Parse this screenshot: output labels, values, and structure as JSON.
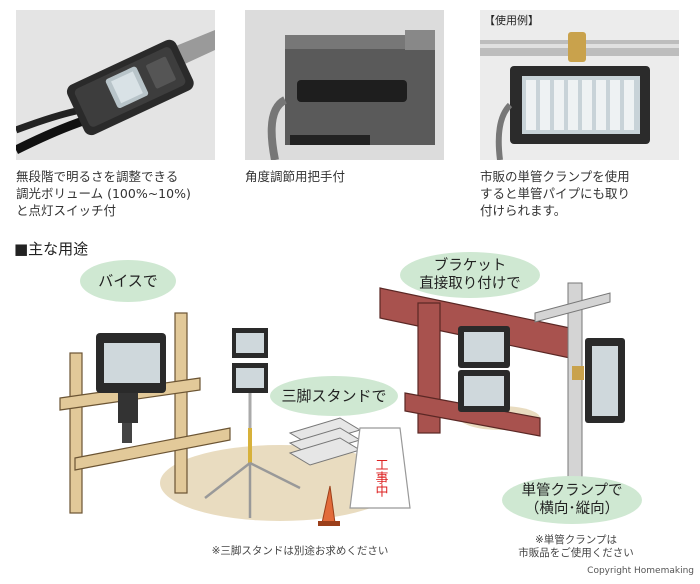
{
  "photos": [
    {
      "caption": "無段階で明るさを調整できる\n調光ボリューム (100%~10%)\nと点灯スイッチ付"
    },
    {
      "caption": "角度調節用把手付"
    },
    {
      "tag": "【使用例】",
      "caption": "市販の単管クランプを使用\nすると単管パイプにも取り\n付けられます。"
    }
  ],
  "section_title": "■主な用途",
  "bubbles": {
    "vise": "バイスで",
    "tripod": "三脚スタンドで",
    "bracket": "ブラケット\n直接取り付けで",
    "clamp": "単管クランプで\n（横向･縦向）"
  },
  "sign_text": "工事中",
  "notes": {
    "tripod": "※三脚スタンドは別途お求めください",
    "clamp": "※単管クランプは\n市販品をご使用ください"
  },
  "copyright": "Copyright Homemaking"
}
